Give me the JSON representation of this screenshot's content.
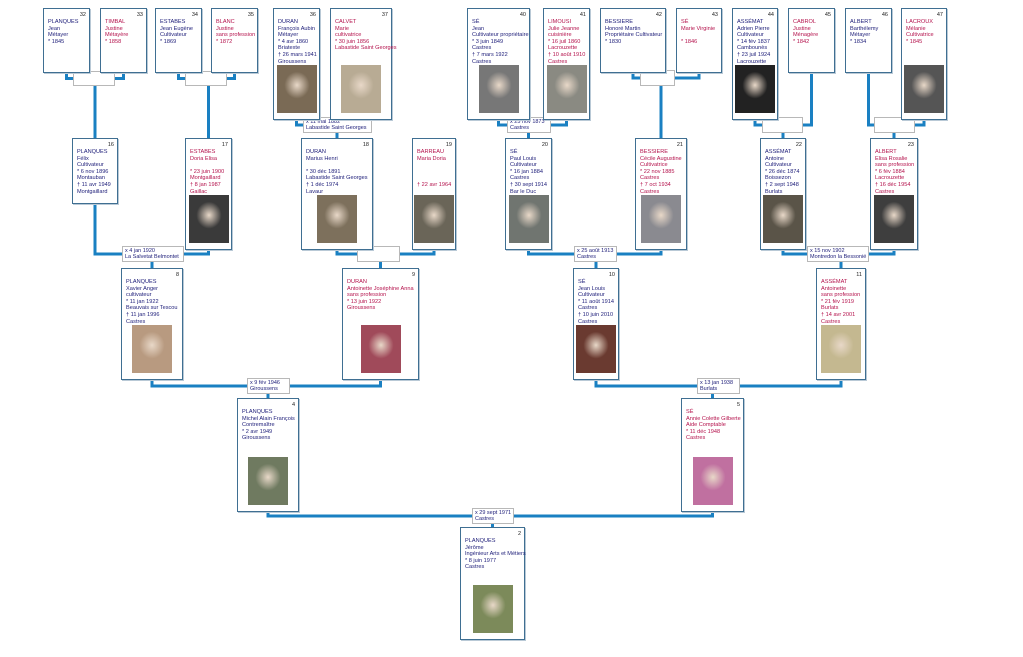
{
  "colors": {
    "male": "#1c1c78",
    "female": "#b4124c",
    "connector": "#1a80c2",
    "box_border": "#3f6f92"
  },
  "persons": {
    "32": {
      "num": "32",
      "sex": "M",
      "lines": [
        "PLANQUES",
        "Jean",
        "Métayer",
        "* 1845"
      ]
    },
    "33": {
      "num": "33",
      "sex": "F",
      "lines": [
        "TIMBAL",
        "Justine",
        "Métayère",
        "* 1858"
      ]
    },
    "34": {
      "num": "34",
      "sex": "M",
      "lines": [
        "ESTABES",
        "Jean  Eugène",
        "Cultivateur",
        "* 1869"
      ]
    },
    "35": {
      "num": "35",
      "sex": "F",
      "lines": [
        "BLANC",
        "Justine",
        "sans   profession",
        "* 1872"
      ]
    },
    "36": {
      "num": "36",
      "sex": "M",
      "lines": [
        "DURAN",
        "François  Aubin",
        "Métayer",
        "* 4 avr 1860",
        "Briatexte",
        "† 26 mars 1941",
        "Giroussens"
      ]
    },
    "37": {
      "num": "37",
      "sex": "F",
      "lines": [
        "CALVET",
        "Marie",
        "cultivatrice",
        "* 30 juin 1856",
        "Labastide  Saint  Georges"
      ]
    },
    "40": {
      "num": "40",
      "sex": "M",
      "lines": [
        "SÉ",
        "Jean",
        "Cultivateur  propriétaire",
        "* 3 juin 1849",
        "Castres",
        "† 7 mars 1922",
        "Castres"
      ]
    },
    "41": {
      "num": "41",
      "sex": "F",
      "lines": [
        "LIMOUSI",
        "Julie  Jeanne",
        "cuisinière",
        "* 16 juil 1860",
        "Lacrouzette",
        "† 10 août 1910",
        "Castres"
      ]
    },
    "42": {
      "num": "42",
      "sex": "M",
      "lines": [
        "BESSIERE",
        "Honoré  Martin",
        "Propriétaire  Cultivateur",
        "* 1830"
      ]
    },
    "43": {
      "num": "43",
      "sex": "F",
      "lines": [
        "SÉ",
        "Marie  Virginie",
        "",
        "* 1846"
      ]
    },
    "44": {
      "num": "44",
      "sex": "M",
      "lines": [
        "ASSÉMAT",
        "Adrien  Pierre",
        "Cultivateur",
        "* 14 fév 1837",
        "Cambounès",
        "† 23 juil 1924",
        "Lacrouzette"
      ]
    },
    "45": {
      "num": "45",
      "sex": "F",
      "lines": [
        "CABROL",
        "Justine",
        "Ménagère",
        "* 1842"
      ]
    },
    "46": {
      "num": "46",
      "sex": "M",
      "lines": [
        "ALBERT",
        "Barthélemy",
        "Métayer",
        "* 1834"
      ]
    },
    "47": {
      "num": "47",
      "sex": "F",
      "lines": [
        "LACROUX",
        "Mélanie",
        "Cultivatrice",
        "* 1845"
      ]
    },
    "16": {
      "num": "16",
      "sex": "M",
      "lines": [
        "PLANQUES",
        "Félix",
        "Cultivateur",
        "* 6 nov 1896",
        "Montauban",
        "† 11 avr 1949",
        "Montgaillard"
      ]
    },
    "17": {
      "num": "17",
      "sex": "F",
      "lines": [
        "ESTABES",
        "Doria  Elisa",
        "",
        "* 23 juin 1900",
        "Montgaillard",
        "† 8 jan 1987",
        "Gaillac"
      ]
    },
    "18": {
      "num": "18",
      "sex": "M",
      "lines": [
        "DURAN",
        "Marius  Henri",
        "",
        "* 30 déc 1891",
        "Labastide  Saint  Georges",
        "† 1 déc 1974",
        "Lavaur"
      ]
    },
    "19": {
      "num": "19",
      "sex": "F",
      "lines": [
        "BARREAU",
        "Maria  Doria",
        "",
        "",
        "",
        "† 22 avr 1964"
      ]
    },
    "20": {
      "num": "20",
      "sex": "M",
      "lines": [
        "SÉ",
        "Paul  Louis",
        "Cultivateur",
        "* 16 jan 1884",
        "Castres",
        "† 30 sept 1914",
        "Bar le Duc"
      ]
    },
    "21": {
      "num": "21",
      "sex": "F",
      "lines": [
        "BESSIERE",
        "Cécile  Augustine",
        "Cultivatrice",
        "* 22 nov 1885",
        "Castres",
        "† 7 oct 1934",
        "Castres"
      ]
    },
    "22": {
      "num": "22",
      "sex": "M",
      "lines": [
        "ASSÉMAT",
        "Antoine",
        "Cultivateur",
        "* 26 déc 1874",
        "Boissezon",
        "† 2 sept 1948",
        "Burlats"
      ]
    },
    "23": {
      "num": "23",
      "sex": "F",
      "lines": [
        "ALBERT",
        "Elisa  Rosalie",
        "sans   profession",
        "* 6 fév 1884",
        "Lacrouzette",
        "† 16 déc 1954",
        "Castres"
      ]
    },
    "8": {
      "num": "8",
      "sex": "M",
      "lines": [
        "PLANQUES",
        "Xavier  Anger",
        "cultivateur",
        "* 11 jan 1922",
        "Beauvais  sur  Tescou",
        "† 11 jan 1996",
        "Castres"
      ]
    },
    "9": {
      "num": "9",
      "sex": "F",
      "lines": [
        "DURAN",
        "Antoinette  Joséphine  Anna",
        "sans   profession",
        "* 13 juin 1922",
        "Giroussens"
      ]
    },
    "10": {
      "num": "10",
      "sex": "M",
      "lines": [
        "SÉ",
        "Jean  Louis",
        "Cultivateur",
        "* 11 août 1914",
        "Castres",
        "† 10 juin 2010",
        "Castres"
      ]
    },
    "11": {
      "num": "11",
      "sex": "F",
      "lines": [
        "ASSÉMAT",
        "Antoinette",
        "sans   profession",
        "* 21 fév 1919",
        "Burlats",
        "† 14 avr 2001",
        "Castres"
      ]
    },
    "4": {
      "num": "4",
      "sex": "M",
      "lines": [
        "PLANQUES",
        "Michel  Alain  François",
        "Contremaître",
        "* 2 avr 1949",
        "Giroussens"
      ]
    },
    "5": {
      "num": "5",
      "sex": "F",
      "lines": [
        "SÉ",
        "Annie  Colette  Gilberte",
        "Aide  Comptable",
        "* 11 déc 1948",
        "Castres"
      ]
    },
    "2": {
      "num": "2",
      "sex": "M",
      "lines": [
        "PLANQUES",
        "Jérôme",
        "Ingénieur  Arts  et  Métiers",
        "* 8 juin 1977",
        "Castres"
      ]
    }
  },
  "marriages": {
    "f32": {
      "lines": [
        "",
        ""
      ]
    },
    "f34": {
      "lines": [
        "",
        ""
      ]
    },
    "f36": {
      "lines": [
        "x 11 mai 1882",
        "Labastide  Saint  Georges"
      ]
    },
    "f40": {
      "lines": [
        "x 25 nov 1873",
        "Castres"
      ]
    },
    "f42": {
      "lines": [
        "",
        ""
      ]
    },
    "f44": {
      "lines": [
        "",
        ""
      ]
    },
    "f46": {
      "lines": [
        "",
        ""
      ]
    },
    "f16": {
      "lines": [
        "x 4 jan 1920",
        "La Salvetat Belmontet"
      ]
    },
    "f18": {
      "lines": [
        "",
        ""
      ]
    },
    "f20": {
      "lines": [
        "x 25 août 1913",
        "Castres"
      ]
    },
    "f22": {
      "lines": [
        "x 15 nov 1902",
        "Montredon  la  Bessonié"
      ]
    },
    "f8": {
      "lines": [
        "x 9 fév 1946",
        "Giroussens"
      ]
    },
    "f10": {
      "lines": [
        "x 13 jan 1938",
        "Burlats"
      ]
    },
    "f4": {
      "lines": [
        "x 29 sept 1971",
        "Castres"
      ]
    }
  }
}
